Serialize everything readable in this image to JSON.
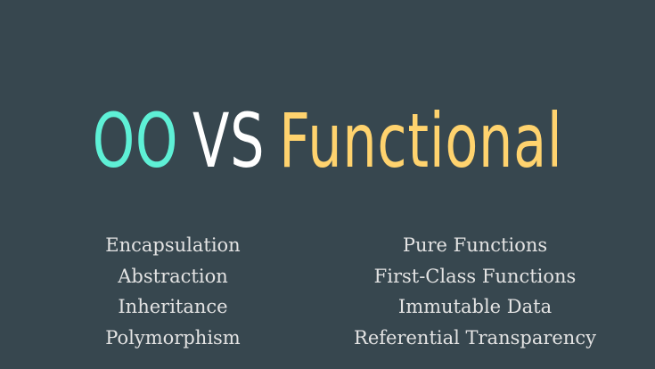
{
  "title": {
    "part1": "OO",
    "part2": "VS",
    "part3": "Functional"
  },
  "colors": {
    "background": "#37474f",
    "oo": "#5ef0d6",
    "vs": "#ffffff",
    "functional": "#ffd36e",
    "list_text": "#e3e3e3"
  },
  "oo_list": {
    "items": [
      "Encapsulation",
      "Abstraction",
      "Inheritance",
      "Polymorphism"
    ]
  },
  "functional_list": {
    "items": [
      "Pure Functions",
      "First-Class Functions",
      "Immutable Data",
      "Referential Transparency"
    ]
  }
}
